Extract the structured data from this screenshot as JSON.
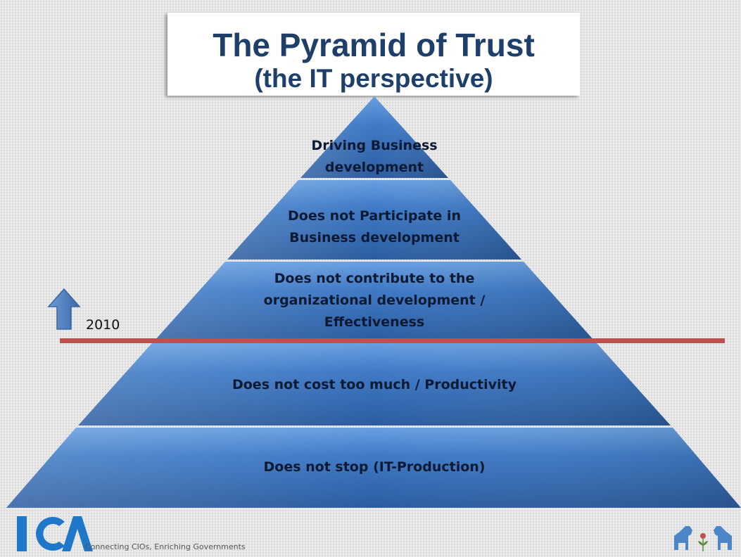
{
  "title": {
    "line1": "The Pyramid of Trust",
    "line2": "(the IT perspective)"
  },
  "pyramid": {
    "levels": [
      {
        "lines": [
          "Driving Business",
          "development"
        ]
      },
      {
        "lines": [
          "Does not Participate in",
          "Business development"
        ]
      },
      {
        "lines": [
          "Does not contribute to the",
          "organizational development /",
          "Effectiveness"
        ]
      },
      {
        "lines": [
          "Does not cost too much / Productivity"
        ]
      },
      {
        "lines": [
          "Does not stop (IT-Production)"
        ]
      }
    ]
  },
  "marker": {
    "year": "2010",
    "line_color": "#c0504d",
    "arrow_color": "#4f81bd",
    "arrow_icon": "up-arrow-icon"
  },
  "footer": {
    "logo_text": "ICA",
    "tagline": "Connecting CIOs, Enriching Governments",
    "right_icon": "dala-horses-icon"
  },
  "colors": {
    "pyramid_fill": "#3d78c2",
    "pyramid_dark": "#2a5a9c",
    "title_text": "#1f3f6b",
    "logo": "#1f77c9"
  }
}
